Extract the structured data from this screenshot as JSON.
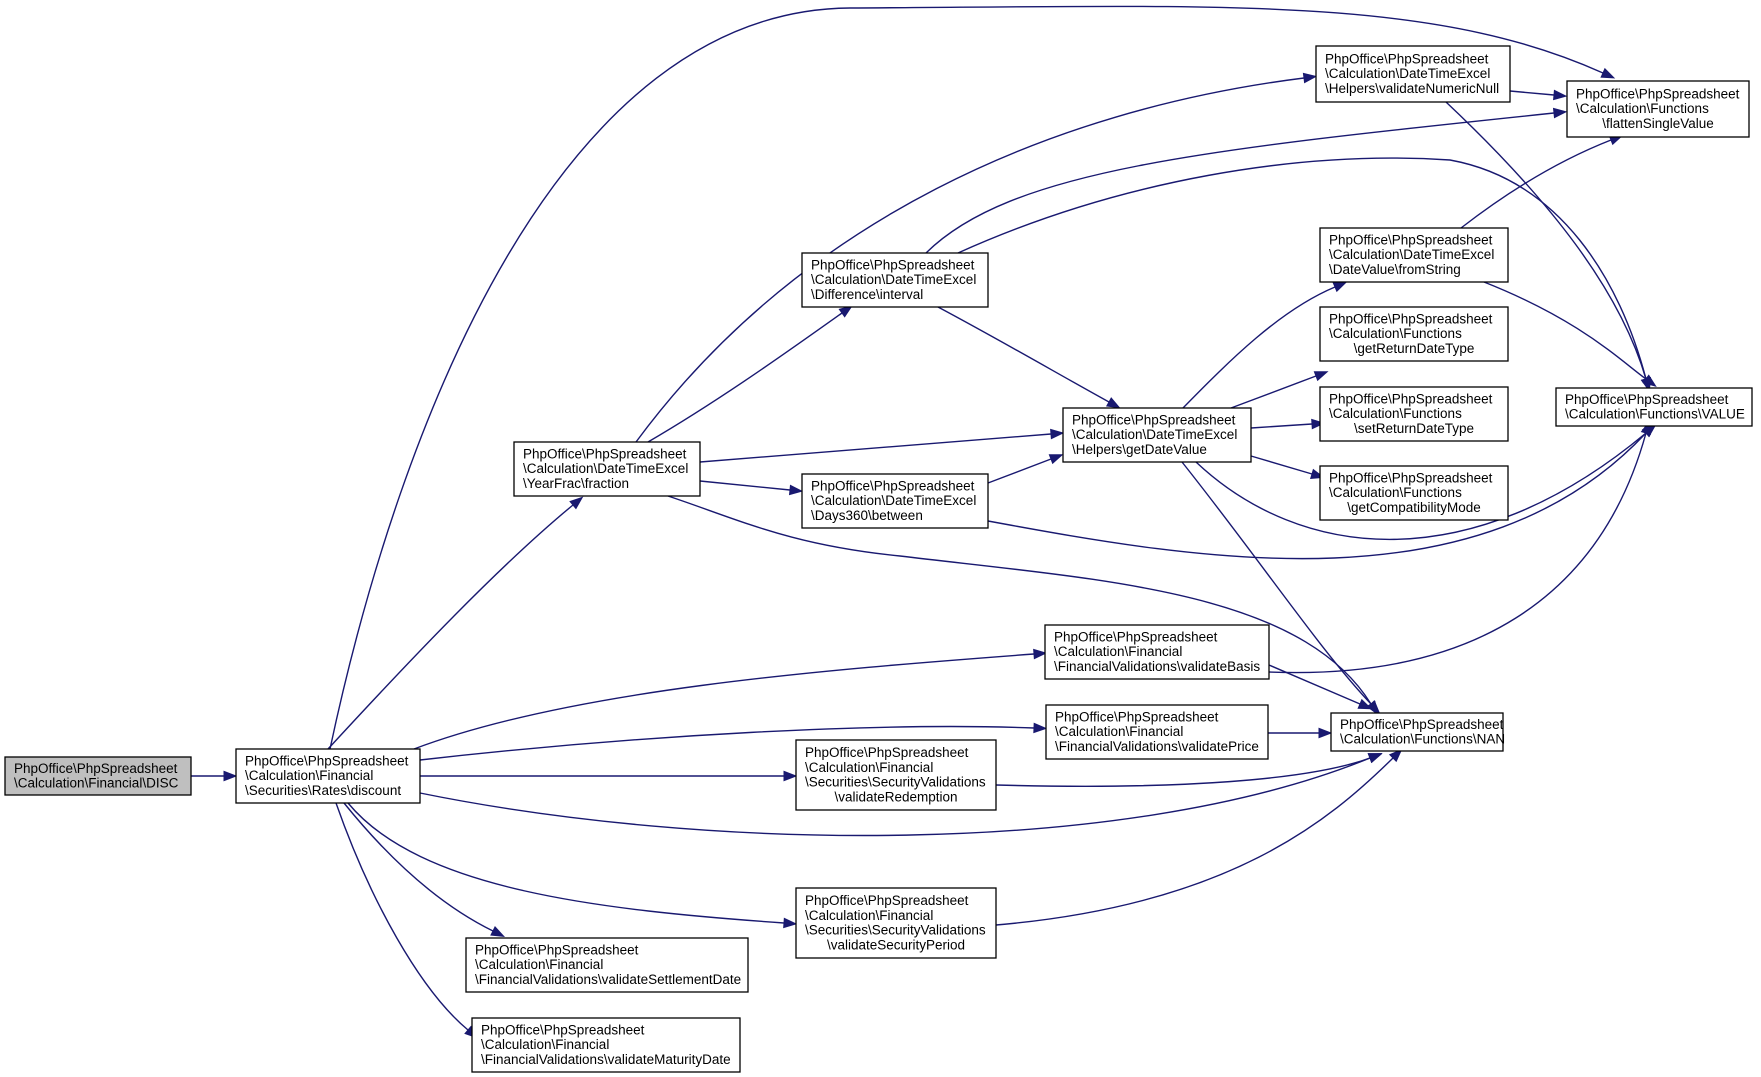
{
  "nodes": [
    {
      "id": "disc",
      "lines": [
        "PhpOffice\\PhpSpreadsheet",
        "\\Calculation\\Financial\\DISC"
      ]
    },
    {
      "id": "discount",
      "lines": [
        "PhpOffice\\PhpSpreadsheet",
        "\\Calculation\\Financial",
        "\\Securities\\Rates\\discount"
      ]
    },
    {
      "id": "fraction",
      "lines": [
        "PhpOffice\\PhpSpreadsheet",
        "\\Calculation\\DateTimeExcel",
        "\\YearFrac\\fraction"
      ]
    },
    {
      "id": "interval",
      "lines": [
        "PhpOffice\\PhpSpreadsheet",
        "\\Calculation\\DateTimeExcel",
        "\\Difference\\interval"
      ]
    },
    {
      "id": "between",
      "lines": [
        "PhpOffice\\PhpSpreadsheet",
        "\\Calculation\\DateTimeExcel",
        "\\Days360\\between"
      ]
    },
    {
      "id": "getDateValue",
      "lines": [
        "PhpOffice\\PhpSpreadsheet",
        "\\Calculation\\DateTimeExcel",
        "\\Helpers\\getDateValue"
      ]
    },
    {
      "id": "validateNumericNull",
      "lines": [
        "PhpOffice\\PhpSpreadsheet",
        "\\Calculation\\DateTimeExcel",
        "\\Helpers\\validateNumericNull"
      ]
    },
    {
      "id": "flattenSingleValue",
      "lines": [
        "PhpOffice\\PhpSpreadsheet",
        "\\Calculation\\Functions",
        "\\flattenSingleValue"
      ]
    },
    {
      "id": "fromString",
      "lines": [
        "PhpOffice\\PhpSpreadsheet",
        "\\Calculation\\DateTimeExcel",
        "\\DateValue\\fromString"
      ]
    },
    {
      "id": "getReturnDateType",
      "lines": [
        "PhpOffice\\PhpSpreadsheet",
        "\\Calculation\\Functions",
        "\\getReturnDateType"
      ]
    },
    {
      "id": "setReturnDateType",
      "lines": [
        "PhpOffice\\PhpSpreadsheet",
        "\\Calculation\\Functions",
        "\\setReturnDateType"
      ]
    },
    {
      "id": "getCompatibilityMode",
      "lines": [
        "PhpOffice\\PhpSpreadsheet",
        "\\Calculation\\Functions",
        "\\getCompatibilityMode"
      ]
    },
    {
      "id": "VALUE",
      "lines": [
        "PhpOffice\\PhpSpreadsheet",
        "\\Calculation\\Functions\\VALUE"
      ]
    },
    {
      "id": "validateBasis",
      "lines": [
        "PhpOffice\\PhpSpreadsheet",
        "\\Calculation\\Financial",
        "\\FinancialValidations\\validateBasis"
      ]
    },
    {
      "id": "validatePrice",
      "lines": [
        "PhpOffice\\PhpSpreadsheet",
        "\\Calculation\\Financial",
        "\\FinancialValidations\\validatePrice"
      ]
    },
    {
      "id": "NAN",
      "lines": [
        "PhpOffice\\PhpSpreadsheet",
        "\\Calculation\\Functions\\NAN"
      ]
    },
    {
      "id": "validateRedemption",
      "lines": [
        "PhpOffice\\PhpSpreadsheet",
        "\\Calculation\\Financial",
        "\\Securities\\SecurityValidations",
        "\\validateRedemption"
      ]
    },
    {
      "id": "validateSecurityPeriod",
      "lines": [
        "PhpOffice\\PhpSpreadsheet",
        "\\Calculation\\Financial",
        "\\Securities\\SecurityValidations",
        "\\validateSecurityPeriod"
      ]
    },
    {
      "id": "validateSettlementDate",
      "lines": [
        "PhpOffice\\PhpSpreadsheet",
        "\\Calculation\\Financial",
        "\\FinancialValidations\\validateSettlementDate"
      ]
    },
    {
      "id": "validateMaturityDate",
      "lines": [
        "PhpOffice\\PhpSpreadsheet",
        "\\Calculation\\Financial",
        "\\FinancialValidations\\validateMaturityDate"
      ]
    }
  ],
  "edges": [
    {
      "from": "disc",
      "to": "discount"
    },
    {
      "from": "discount",
      "to": "fraction"
    },
    {
      "from": "discount",
      "to": "flattenSingleValue"
    },
    {
      "from": "discount",
      "to": "validateBasis"
    },
    {
      "from": "discount",
      "to": "validatePrice"
    },
    {
      "from": "discount",
      "to": "validateRedemption"
    },
    {
      "from": "discount",
      "to": "NAN"
    },
    {
      "from": "discount",
      "to": "validateSecurityPeriod"
    },
    {
      "from": "discount",
      "to": "validateSettlementDate"
    },
    {
      "from": "discount",
      "to": "validateMaturityDate"
    },
    {
      "from": "fraction",
      "to": "validateNumericNull"
    },
    {
      "from": "fraction",
      "to": "interval"
    },
    {
      "from": "fraction",
      "to": "getDateValue"
    },
    {
      "from": "fraction",
      "to": "between"
    },
    {
      "from": "fraction",
      "to": "NAN"
    },
    {
      "from": "validateNumericNull",
      "to": "flattenSingleValue"
    },
    {
      "from": "validateNumericNull",
      "to": "VALUE"
    },
    {
      "from": "interval",
      "to": "flattenSingleValue"
    },
    {
      "from": "interval",
      "to": "VALUE"
    },
    {
      "from": "interval",
      "to": "getDateValue"
    },
    {
      "from": "between",
      "to": "getDateValue"
    },
    {
      "from": "between",
      "to": "VALUE"
    },
    {
      "from": "getDateValue",
      "to": "fromString"
    },
    {
      "from": "getDateValue",
      "to": "getReturnDateType"
    },
    {
      "from": "getDateValue",
      "to": "setReturnDateType"
    },
    {
      "from": "getDateValue",
      "to": "getCompatibilityMode"
    },
    {
      "from": "getDateValue",
      "to": "VALUE"
    },
    {
      "from": "getDateValue",
      "to": "NAN"
    },
    {
      "from": "fromString",
      "to": "flattenSingleValue"
    },
    {
      "from": "fromString",
      "to": "VALUE"
    },
    {
      "from": "validateBasis",
      "to": "VALUE"
    },
    {
      "from": "validateBasis",
      "to": "NAN"
    },
    {
      "from": "validatePrice",
      "to": "NAN"
    },
    {
      "from": "validateRedemption",
      "to": "NAN"
    },
    {
      "from": "validateSecurityPeriod",
      "to": "NAN"
    }
  ]
}
